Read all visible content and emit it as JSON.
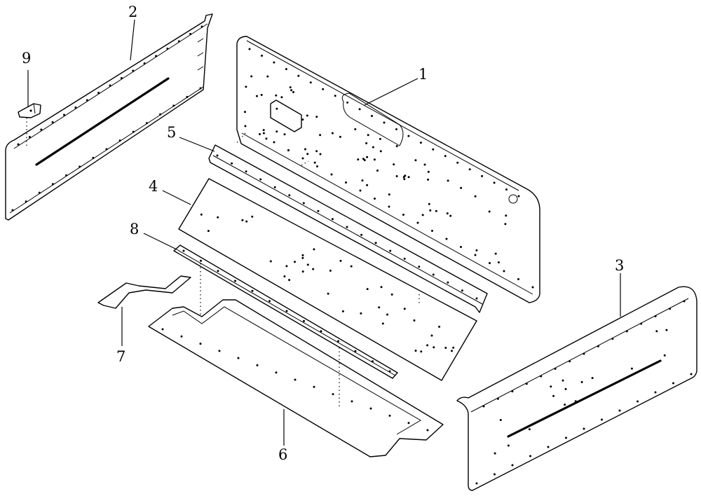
{
  "diagram": {
    "background": "#ffffff",
    "line_color": "#000000",
    "callouts": [
      {
        "id": "1",
        "text": "1"
      },
      {
        "id": "2",
        "text": "2"
      },
      {
        "id": "3",
        "text": "3"
      },
      {
        "id": "4",
        "text": "4"
      },
      {
        "id": "5",
        "text": "5"
      },
      {
        "id": "6",
        "text": "6"
      },
      {
        "id": "7",
        "text": "7"
      },
      {
        "id": "8",
        "text": "8"
      },
      {
        "id": "9",
        "text": "9"
      }
    ]
  }
}
